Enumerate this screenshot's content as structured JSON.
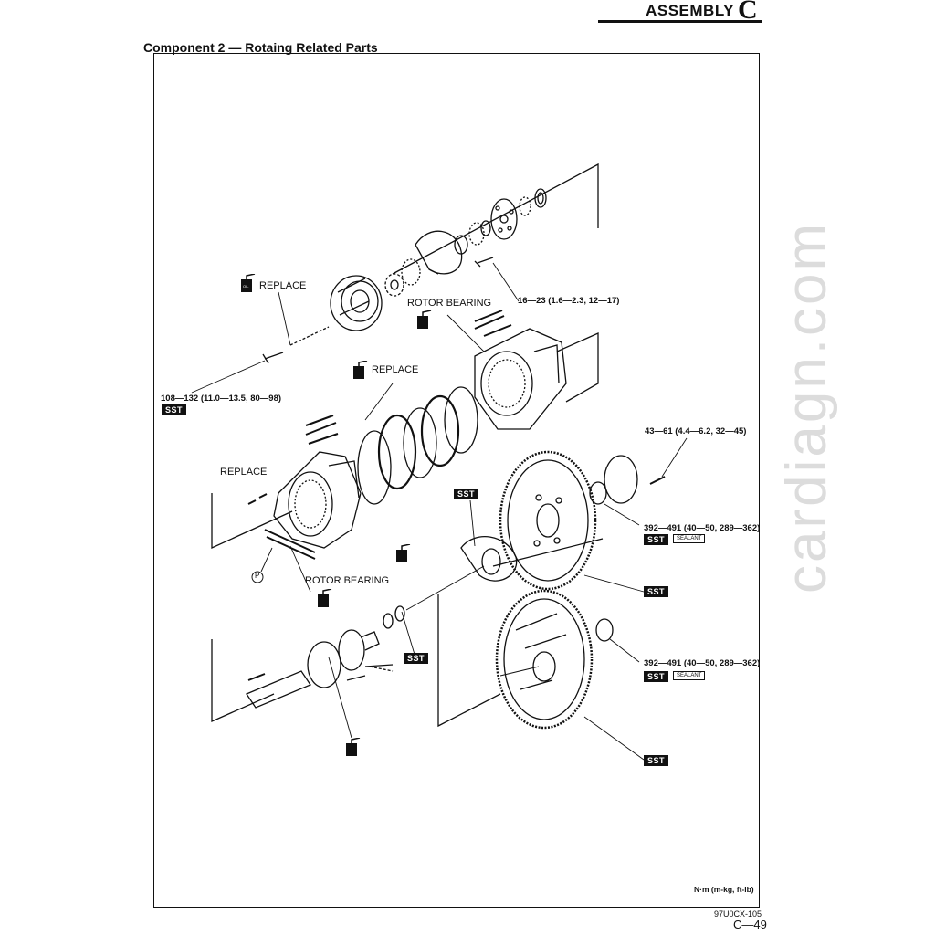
{
  "header": {
    "section": "ASSEMBLY",
    "letter": "C"
  },
  "component_title": "Component 2 — Rotaing Related Parts",
  "labels": {
    "replace_1": "REPLACE",
    "replace_2": "REPLACE",
    "replace_3": "REPLACE",
    "rotor_bearing_1": "ROTOR BEARING",
    "rotor_bearing_2": "ROTOR BEARING",
    "p_mark": "P"
  },
  "torques": {
    "t1": "16—23 (1.6—2.3, 12—17)",
    "t2": "108—132 (11.0—13.5, 80—98)",
    "t3": "43—61 (4.4—6.2, 32—45)",
    "t4": "392—491 (40—50, 289—362)",
    "t5": "392—491 (40—50, 289—362)"
  },
  "tags": {
    "sst": "SST",
    "sealant": "SEALANT",
    "oil": "OIL"
  },
  "footer": {
    "units": "N·m (m-kg, ft-lb)",
    "figure_code": "97U0CX-105",
    "page": "C—49"
  },
  "watermark": "cardiagn.com"
}
